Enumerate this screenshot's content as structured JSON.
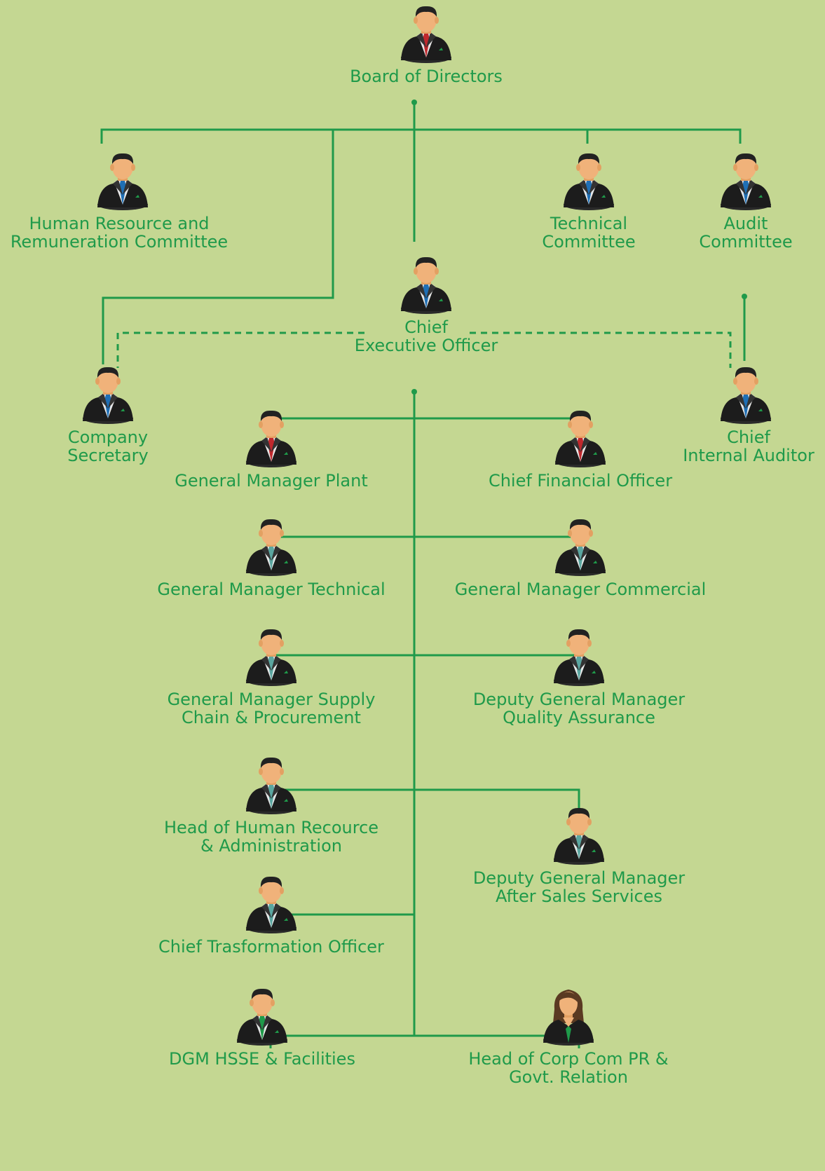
{
  "title": "",
  "colors": {
    "background": "#c4d792",
    "line": "#1f9a4a",
    "text": "#1f9a4a"
  },
  "nodes": [
    {
      "id": "board",
      "lines": [
        "Board of Directors"
      ],
      "tie": "red",
      "avatar": "man"
    },
    {
      "id": "hr-committee",
      "lines": [
        "Human Resource and",
        "Remuneration Committee"
      ],
      "tie": "blue",
      "avatar": "man"
    },
    {
      "id": "technical-committee",
      "lines": [
        "Technical",
        "Committee"
      ],
      "tie": "blue",
      "avatar": "man"
    },
    {
      "id": "audit-committee",
      "lines": [
        "Audit",
        "Committee"
      ],
      "tie": "blue",
      "avatar": "man"
    },
    {
      "id": "ceo",
      "lines": [
        "Chief",
        "Executive Officer"
      ],
      "tie": "blue",
      "avatar": "man"
    },
    {
      "id": "company-secretary",
      "lines": [
        "Company",
        "Secretary"
      ],
      "tie": "blue",
      "avatar": "man"
    },
    {
      "id": "chief-internal-auditor",
      "lines": [
        "Chief",
        "Internal Auditor"
      ],
      "tie": "blue",
      "avatar": "man"
    },
    {
      "id": "gm-plant",
      "lines": [
        "General Manager Plant"
      ],
      "tie": "red",
      "avatar": "man"
    },
    {
      "id": "cfo",
      "lines": [
        "Chief Financial Officer"
      ],
      "tie": "red",
      "avatar": "man"
    },
    {
      "id": "gm-technical",
      "lines": [
        "General Manager Technical"
      ],
      "tie": "teal",
      "avatar": "man"
    },
    {
      "id": "gm-commercial",
      "lines": [
        "General Manager Commercial"
      ],
      "tie": "teal",
      "avatar": "man"
    },
    {
      "id": "gm-supply-chain",
      "lines": [
        "General Manager Supply",
        "Chain & Procurement"
      ],
      "tie": "teal",
      "avatar": "man"
    },
    {
      "id": "dgm-quality",
      "lines": [
        "Deputy General Manager",
        "Quality Assurance"
      ],
      "tie": "teal",
      "avatar": "man"
    },
    {
      "id": "head-hr",
      "lines": [
        "Head of Human Recource",
        "& Administration"
      ],
      "tie": "teal",
      "avatar": "man"
    },
    {
      "id": "dgm-after-sales",
      "lines": [
        "Deputy General Manager",
        "After Sales Services"
      ],
      "tie": "teal",
      "avatar": "man"
    },
    {
      "id": "chief-transformation",
      "lines": [
        "Chief Trasformation Officer"
      ],
      "tie": "teal",
      "avatar": "man"
    },
    {
      "id": "dgm-hsse",
      "lines": [
        "DGM HSSE & Facilities"
      ],
      "tie": "green",
      "avatar": "man"
    },
    {
      "id": "head-corp-com",
      "lines": [
        "Head of Corp Com PR &",
        "Govt. Relation"
      ],
      "tie": "none",
      "avatar": "woman"
    }
  ]
}
